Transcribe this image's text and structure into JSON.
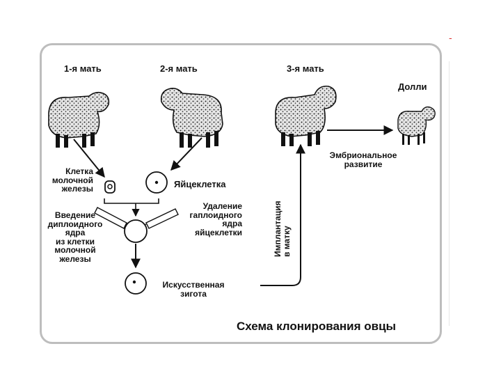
{
  "labels": {
    "mother1": "1-я мать",
    "mother2": "2-я мать",
    "mother3": "3-я мать",
    "dolly": "Долли",
    "mammary_cell": "Клетка\nмолочной\nжелезы",
    "egg_cell": "Яйцеклетка",
    "insert_nucleus": "Введение\nдиплоидного\nядра\nиз клетки\nмолочной\nжелезы",
    "remove_nucleus": "Удаление\nгаплоидного\nядра\nяйцеклетки",
    "implant_line1": "Имплантация",
    "implant_line2": "в матку",
    "embryonic": "Эмбриональное\nразвитие",
    "zygote": "Искусственная\nзигота"
  },
  "caption": "Схема клонирования овцы"
}
